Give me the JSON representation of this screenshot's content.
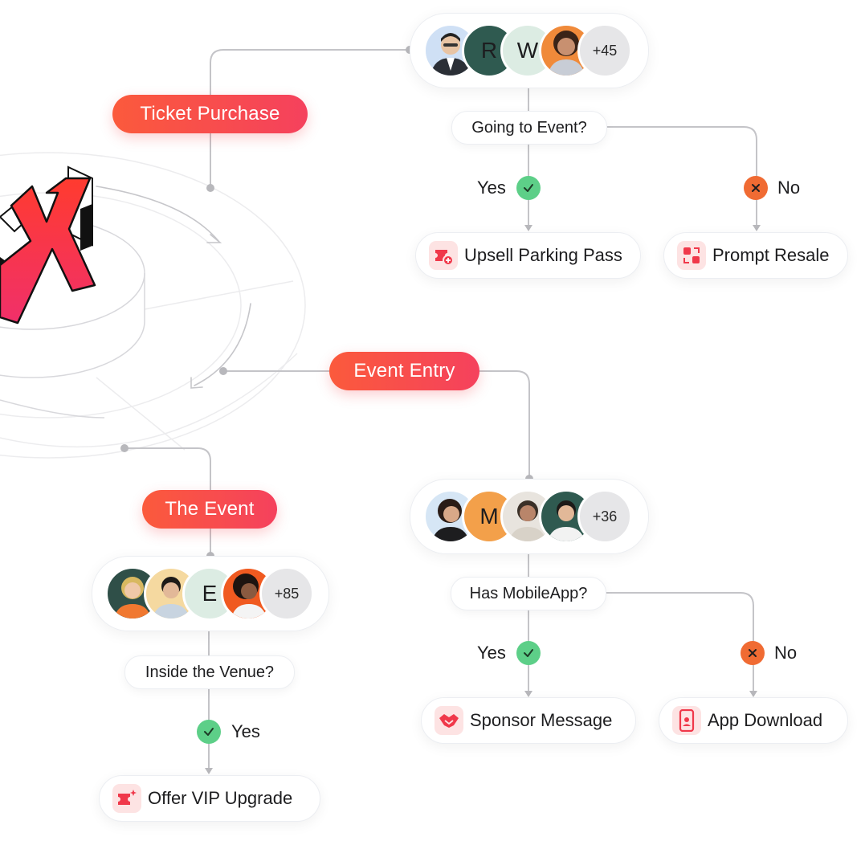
{
  "stages": {
    "ticket_purchase": "Ticket Purchase",
    "event_entry": "Event Entry",
    "the_event": "The Event"
  },
  "avatar_groups": {
    "group_1": {
      "letters": [
        "R",
        "W"
      ],
      "count": "+45"
    },
    "group_2": {
      "letters": [
        "M"
      ],
      "count": "+36"
    },
    "group_3": {
      "letters": [
        "E"
      ],
      "count": "+85"
    }
  },
  "questions": {
    "going_to_event": "Going to Event?",
    "has_mobile_app": "Has MobileApp?",
    "inside_venue": "Inside the Venue?"
  },
  "branch_labels": {
    "yes": "Yes",
    "no": "No"
  },
  "actions": {
    "upsell_parking": {
      "label": "Upsell Parking Pass",
      "icon": "ticket-plus-icon"
    },
    "prompt_resale": {
      "label": "Prompt Resale",
      "icon": "resale-icon"
    },
    "sponsor_message": {
      "label": "Sponsor Message",
      "icon": "handshake-icon"
    },
    "app_download": {
      "label": "App Download",
      "icon": "phone-icon"
    },
    "offer_vip": {
      "label": "Offer VIP Upgrade",
      "icon": "ticket-sparkle-icon"
    }
  },
  "colors": {
    "stage_gradient_start": "#fb5a3c",
    "stage_gradient_end": "#f5415d",
    "yes_green": "#5dcf88",
    "no_orange": "#f06b33",
    "connector": "#c4c4c8",
    "icon_tint": "#f0384a",
    "icon_background": "#fde3e3"
  }
}
